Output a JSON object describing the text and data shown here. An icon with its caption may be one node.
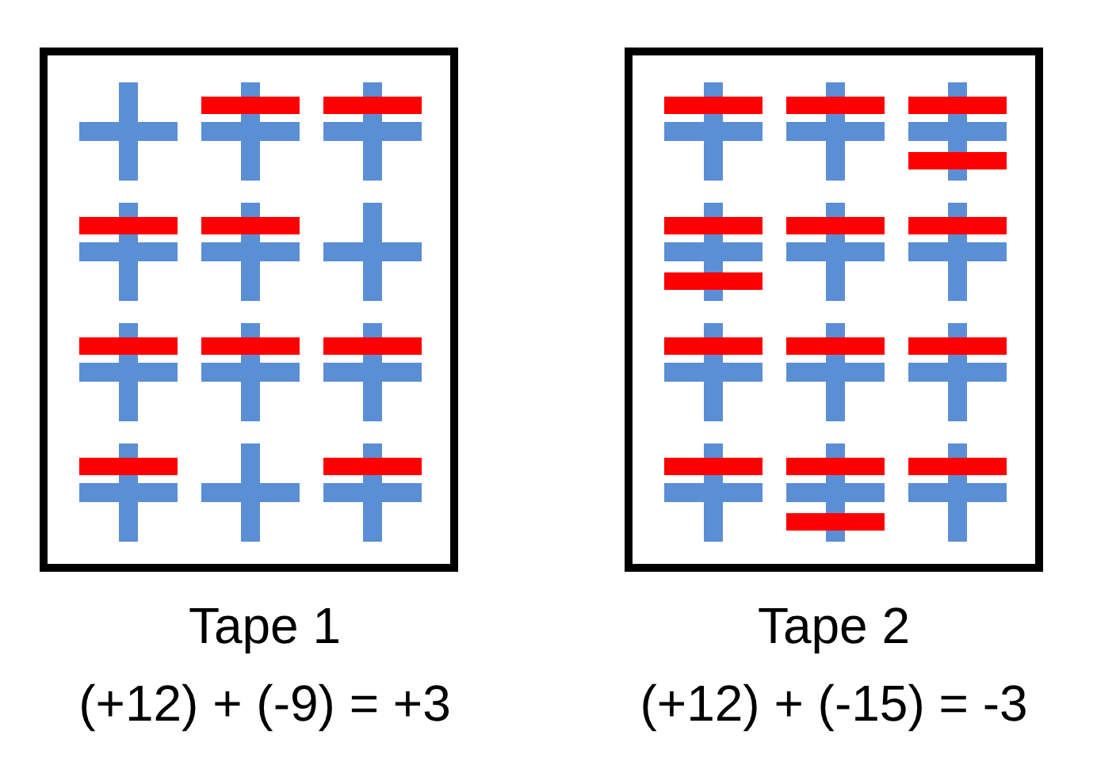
{
  "diagram": {
    "nodes": [
      {
        "text": [
          "Tape 1"
        ],
        "beside": [
          "(+12) + (-9) = +3"
        ]
      },
      {
        "text": [
          "Tape 2"
        ],
        "beside": [
          "(+12) + (-15) = -3"
        ]
      }
    ]
  }
}
